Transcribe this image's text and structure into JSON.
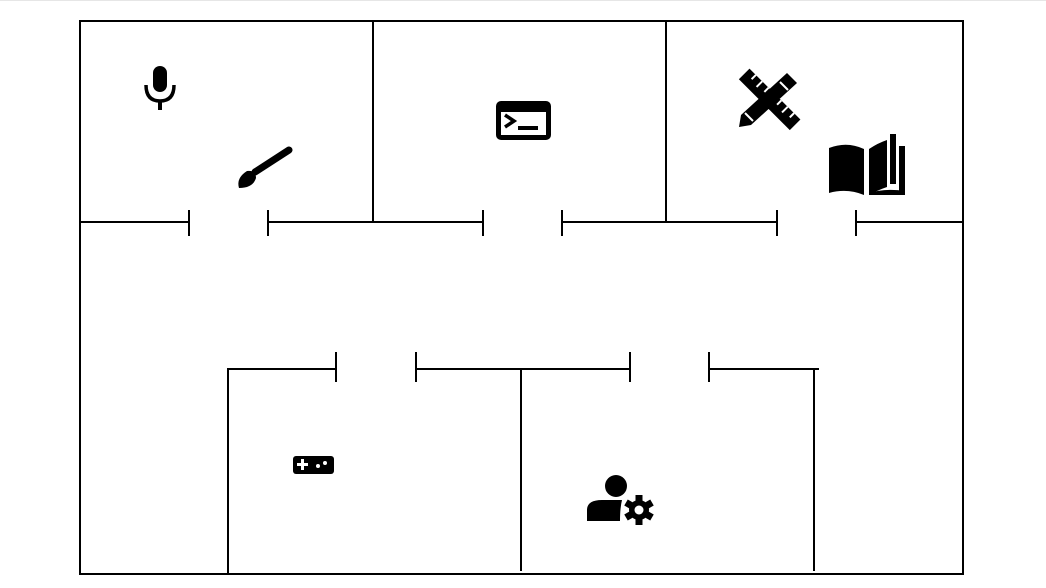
{
  "colors": {
    "background": "#ffffff",
    "wall": "#000000",
    "icon": "#000000"
  },
  "rooms": [
    {
      "id": "room-a",
      "icons": [
        "microphone-icon",
        "paintbrush-icon"
      ]
    },
    {
      "id": "room-b",
      "icons": [
        "terminal-icon"
      ]
    },
    {
      "id": "room-c",
      "icons": [
        "design-tools-icon",
        "book-icon"
      ]
    },
    {
      "id": "hallway",
      "icons": []
    },
    {
      "id": "room-d",
      "icons": [
        "gamepad-icon"
      ]
    },
    {
      "id": "room-e",
      "icons": [
        "user-settings-icon"
      ]
    }
  ],
  "doors": 5
}
